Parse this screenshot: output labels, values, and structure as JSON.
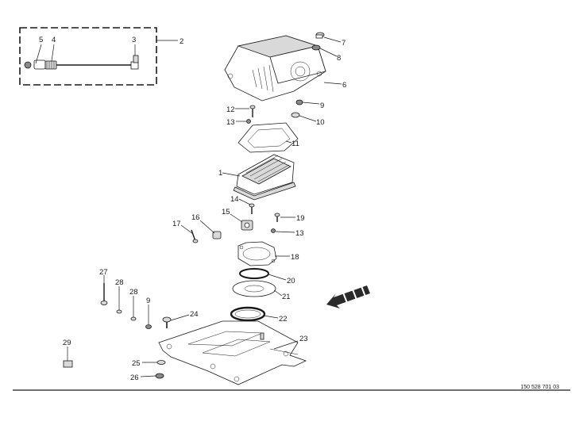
{
  "drawing": {
    "doc_number": "150 528 701 03",
    "colors": {
      "ink": "#1a1a1a",
      "accent_dark": "#2b2b2b",
      "fill_gray": "#d9d9d9"
    }
  },
  "callouts": [
    {
      "id": "c1",
      "text": "1"
    },
    {
      "id": "c2",
      "text": "2"
    },
    {
      "id": "c3",
      "text": "3"
    },
    {
      "id": "c4",
      "text": "4"
    },
    {
      "id": "c5",
      "text": "5"
    },
    {
      "id": "c6",
      "text": "6"
    },
    {
      "id": "c7",
      "text": "7"
    },
    {
      "id": "c8",
      "text": "8"
    },
    {
      "id": "c9a",
      "text": "9"
    },
    {
      "id": "c9b",
      "text": "9"
    },
    {
      "id": "c10",
      "text": "10"
    },
    {
      "id": "c11",
      "text": "11"
    },
    {
      "id": "c12",
      "text": "12"
    },
    {
      "id": "c13a",
      "text": "13"
    },
    {
      "id": "c13b",
      "text": "13"
    },
    {
      "id": "c14",
      "text": "14"
    },
    {
      "id": "c15",
      "text": "15"
    },
    {
      "id": "c16",
      "text": "16"
    },
    {
      "id": "c17",
      "text": "17"
    },
    {
      "id": "c18",
      "text": "18"
    },
    {
      "id": "c19",
      "text": "19"
    },
    {
      "id": "c20",
      "text": "20"
    },
    {
      "id": "c21",
      "text": "21"
    },
    {
      "id": "c22",
      "text": "22"
    },
    {
      "id": "c23",
      "text": "23"
    },
    {
      "id": "c24",
      "text": "24"
    },
    {
      "id": "c25",
      "text": "25"
    },
    {
      "id": "c26",
      "text": "26"
    },
    {
      "id": "c27",
      "text": "27"
    },
    {
      "id": "c28a",
      "text": "28"
    },
    {
      "id": "c28b",
      "text": "28"
    },
    {
      "id": "c29",
      "text": "29"
    }
  ]
}
